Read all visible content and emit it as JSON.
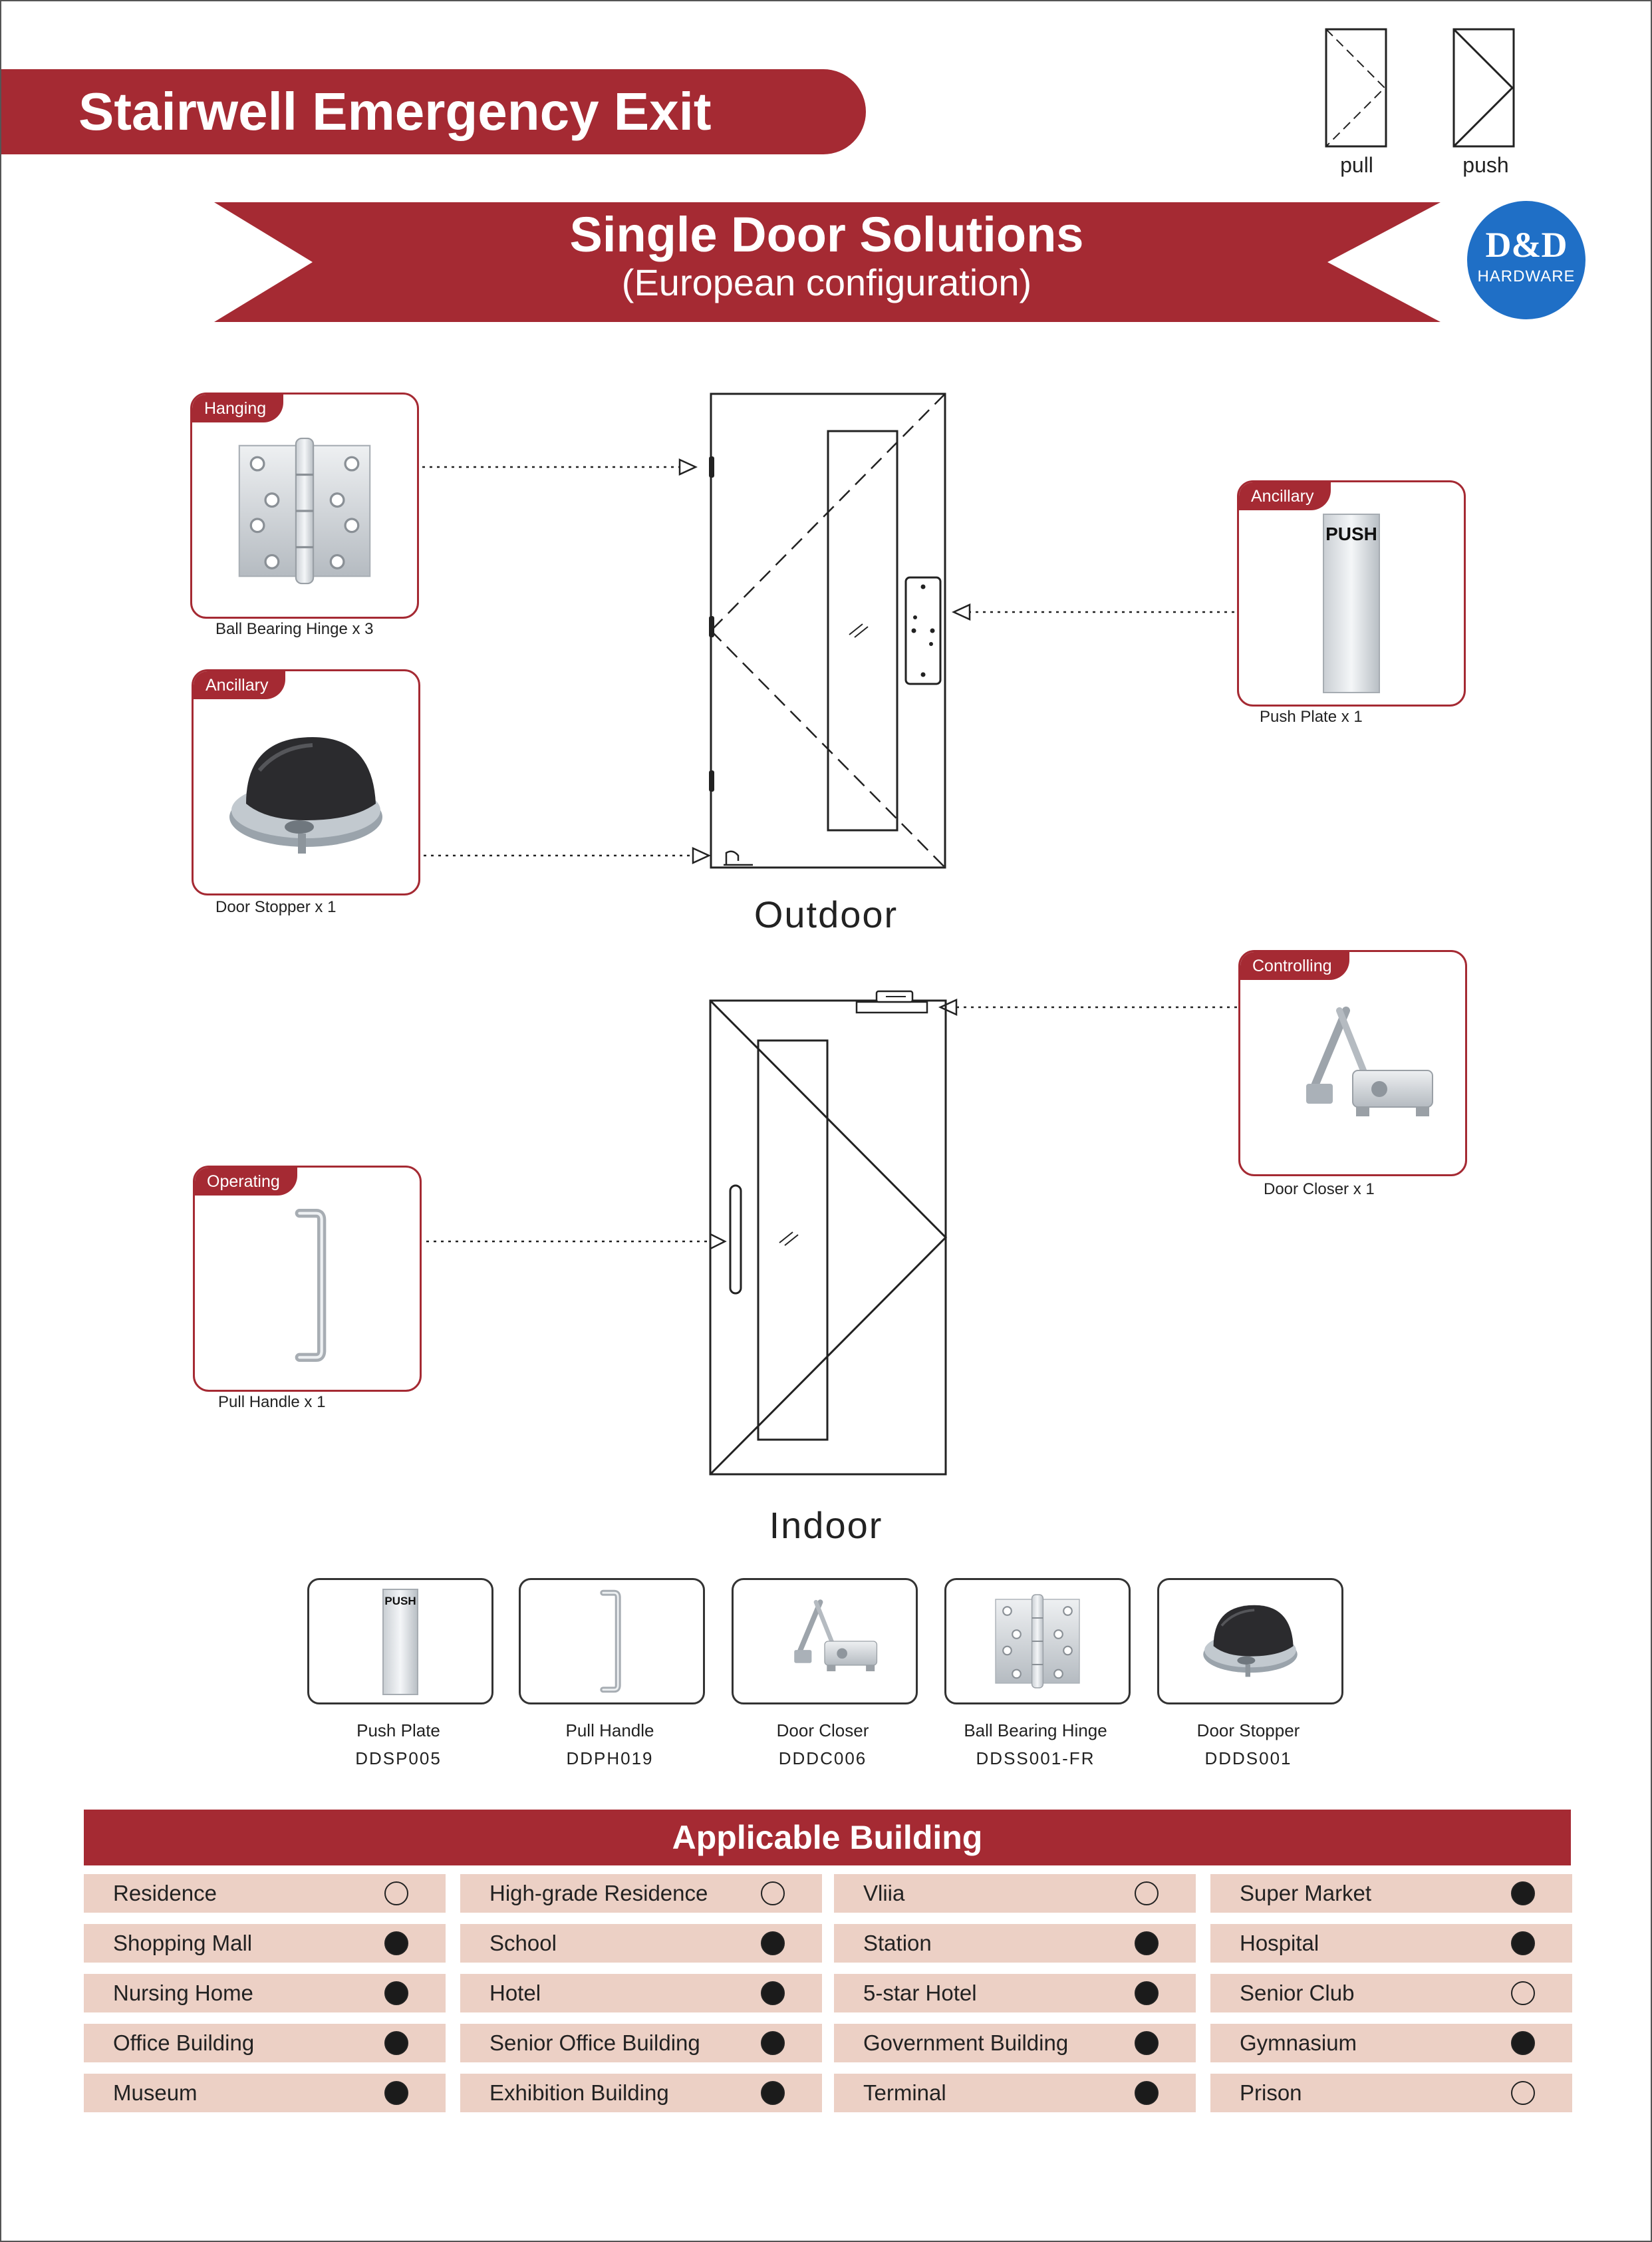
{
  "header": {
    "title": "Stairwell Emergency Exit"
  },
  "legend": {
    "pull_label": "pull",
    "push_label": "push"
  },
  "ribbon": {
    "title": "Single Door Solutions",
    "subtitle": "(European configuration)"
  },
  "logo": {
    "main": "D&D",
    "sub": "HARDWARE",
    "color": "#1f6fc6"
  },
  "colors": {
    "brand": "#a52a33",
    "row_bg": "#ecd0c5"
  },
  "outdoor": {
    "label": "Outdoor",
    "callouts": [
      {
        "tag": "Hanging",
        "caption": "Ball Bearing Hinge x 3",
        "icon": "ball-bearing-hinge-icon"
      },
      {
        "tag": "Ancillary",
        "caption": "Door Stopper x 1",
        "icon": "door-stopper-icon"
      },
      {
        "tag": "Ancillary",
        "caption": "Push Plate x 1",
        "icon": "push-plate-icon",
        "plate_text": "PUSH"
      }
    ]
  },
  "indoor": {
    "label": "Indoor",
    "callouts": [
      {
        "tag": "Controlling",
        "caption": "Door Closer x 1",
        "icon": "door-closer-icon"
      },
      {
        "tag": "Operating",
        "caption": "Pull Handle x 1",
        "icon": "pull-handle-icon"
      }
    ]
  },
  "products": [
    {
      "name": "Push Plate",
      "code": "DDSP005",
      "icon": "push-plate-icon",
      "plate_text": "PUSH"
    },
    {
      "name": "Pull Handle",
      "code": "DDPH019",
      "icon": "pull-handle-icon"
    },
    {
      "name": "Door Closer",
      "code": "DDDC006",
      "icon": "door-closer-icon"
    },
    {
      "name": "Ball Bearing Hinge",
      "code": "DDSS001-FR",
      "icon": "ball-bearing-hinge-icon"
    },
    {
      "name": "Door Stopper",
      "code": "DDDS001",
      "icon": "door-stopper-icon"
    }
  ],
  "applicable": {
    "title": "Applicable Building",
    "items": [
      {
        "name": "Residence",
        "applicable": false
      },
      {
        "name": "High-grade Residence",
        "applicable": false
      },
      {
        "name": "Vliia",
        "applicable": false
      },
      {
        "name": "Super Market",
        "applicable": true
      },
      {
        "name": "Shopping Mall",
        "applicable": true
      },
      {
        "name": "School",
        "applicable": true
      },
      {
        "name": "Station",
        "applicable": true
      },
      {
        "name": "Hospital",
        "applicable": true
      },
      {
        "name": "Nursing Home",
        "applicable": true
      },
      {
        "name": "Hotel",
        "applicable": true
      },
      {
        "name": "5-star Hotel",
        "applicable": true
      },
      {
        "name": "Senior Club",
        "applicable": false
      },
      {
        "name": "Office Building",
        "applicable": true
      },
      {
        "name": "Senior Office Building",
        "applicable": true
      },
      {
        "name": "Government Building",
        "applicable": true
      },
      {
        "name": "Gymnasium",
        "applicable": true
      },
      {
        "name": "Museum",
        "applicable": true
      },
      {
        "name": "Exhibition Building",
        "applicable": true
      },
      {
        "name": "Terminal",
        "applicable": true
      },
      {
        "name": "Prison",
        "applicable": false
      }
    ]
  }
}
